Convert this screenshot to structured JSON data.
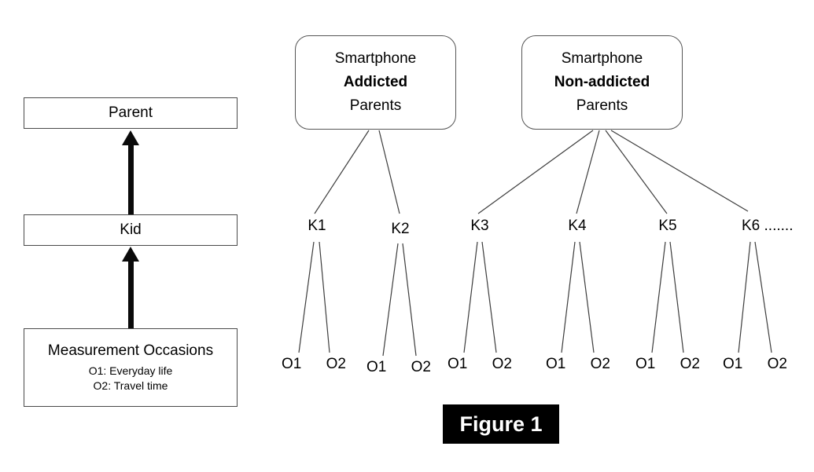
{
  "left_panel": {
    "parent_label": "Parent",
    "kid_label": "Kid",
    "measurement": {
      "title": "Measurement Occasions",
      "line1": "O1: Everyday life",
      "line2": "O2: Travel time"
    }
  },
  "tree": {
    "groups": [
      {
        "line1": "Smartphone",
        "line2": "Addicted",
        "line3": "Parents"
      },
      {
        "line1": "Smartphone",
        "line2": "Non-addicted",
        "line3": "Parents"
      }
    ],
    "kid_labels": [
      "K1",
      "K2",
      "K3",
      "K4",
      "K5",
      "K6 ......."
    ],
    "occasions": {
      "o1": "O1",
      "o2": "O2"
    }
  },
  "caption": "Figure 1"
}
